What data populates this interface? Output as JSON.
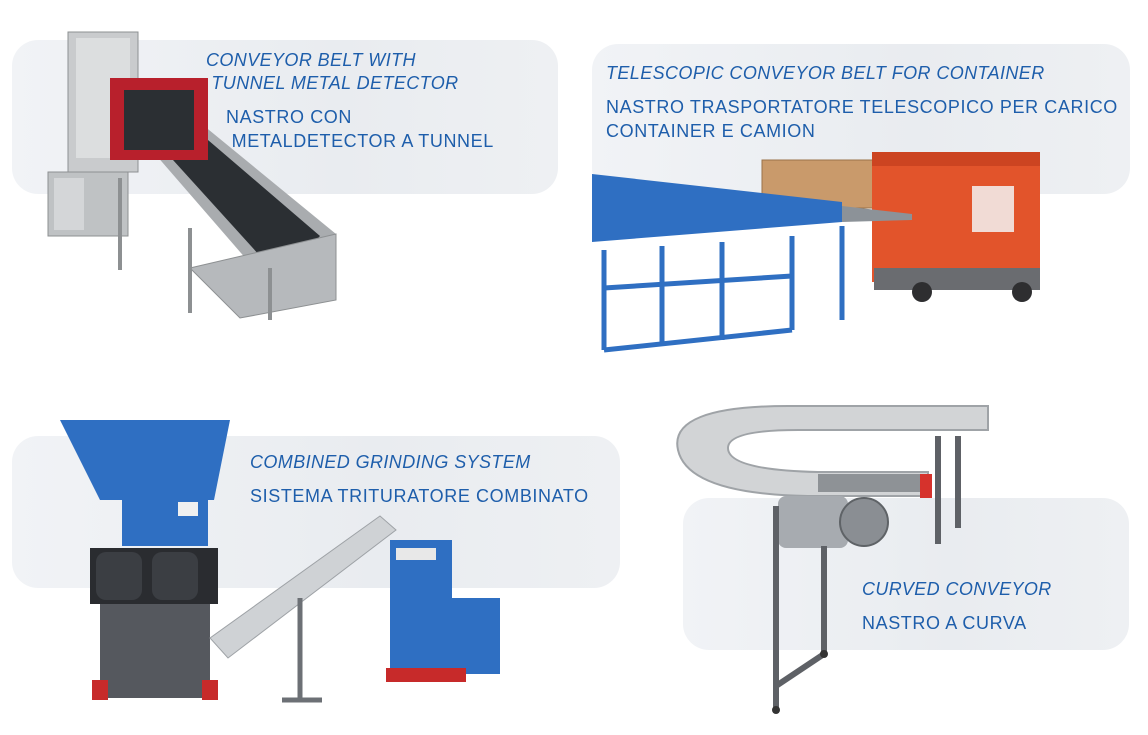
{
  "items": [
    {
      "title_lines": [
        "CONVEYOR BELT WITH",
        " TUNNEL METAL DETECTOR"
      ],
      "subtitle_lines": [
        "NASTRO CON",
        " METALDETECTOR A TUNNEL"
      ],
      "image_icon": "tunnel-metal-detector-conveyor"
    },
    {
      "title_lines": [
        "TELESCOPIC CONVEYOR BELT FOR CONTAINER"
      ],
      "subtitle_lines": [
        "NASTRO TRASPORTATORE TELESCOPICO PER CARICO",
        "CONTAINER E CAMION"
      ],
      "image_icon": "telescopic-conveyor-truck"
    },
    {
      "title_lines": [
        "COMBINED GRINDING SYSTEM"
      ],
      "subtitle_lines": [
        "SISTEMA TRITURATORE COMBINATO"
      ],
      "image_icon": "grinding-system"
    },
    {
      "title_lines": [
        "CURVED CONVEYOR"
      ],
      "subtitle_lines": [
        "NASTRO A CURVA"
      ],
      "image_icon": "curved-conveyor"
    }
  ],
  "colors": {
    "text": "#1e5eab",
    "panel": "#eceff2",
    "machine_blue": "#2f6fc2",
    "truck_red": "#e2542b",
    "accent_red": "#c0202a"
  }
}
